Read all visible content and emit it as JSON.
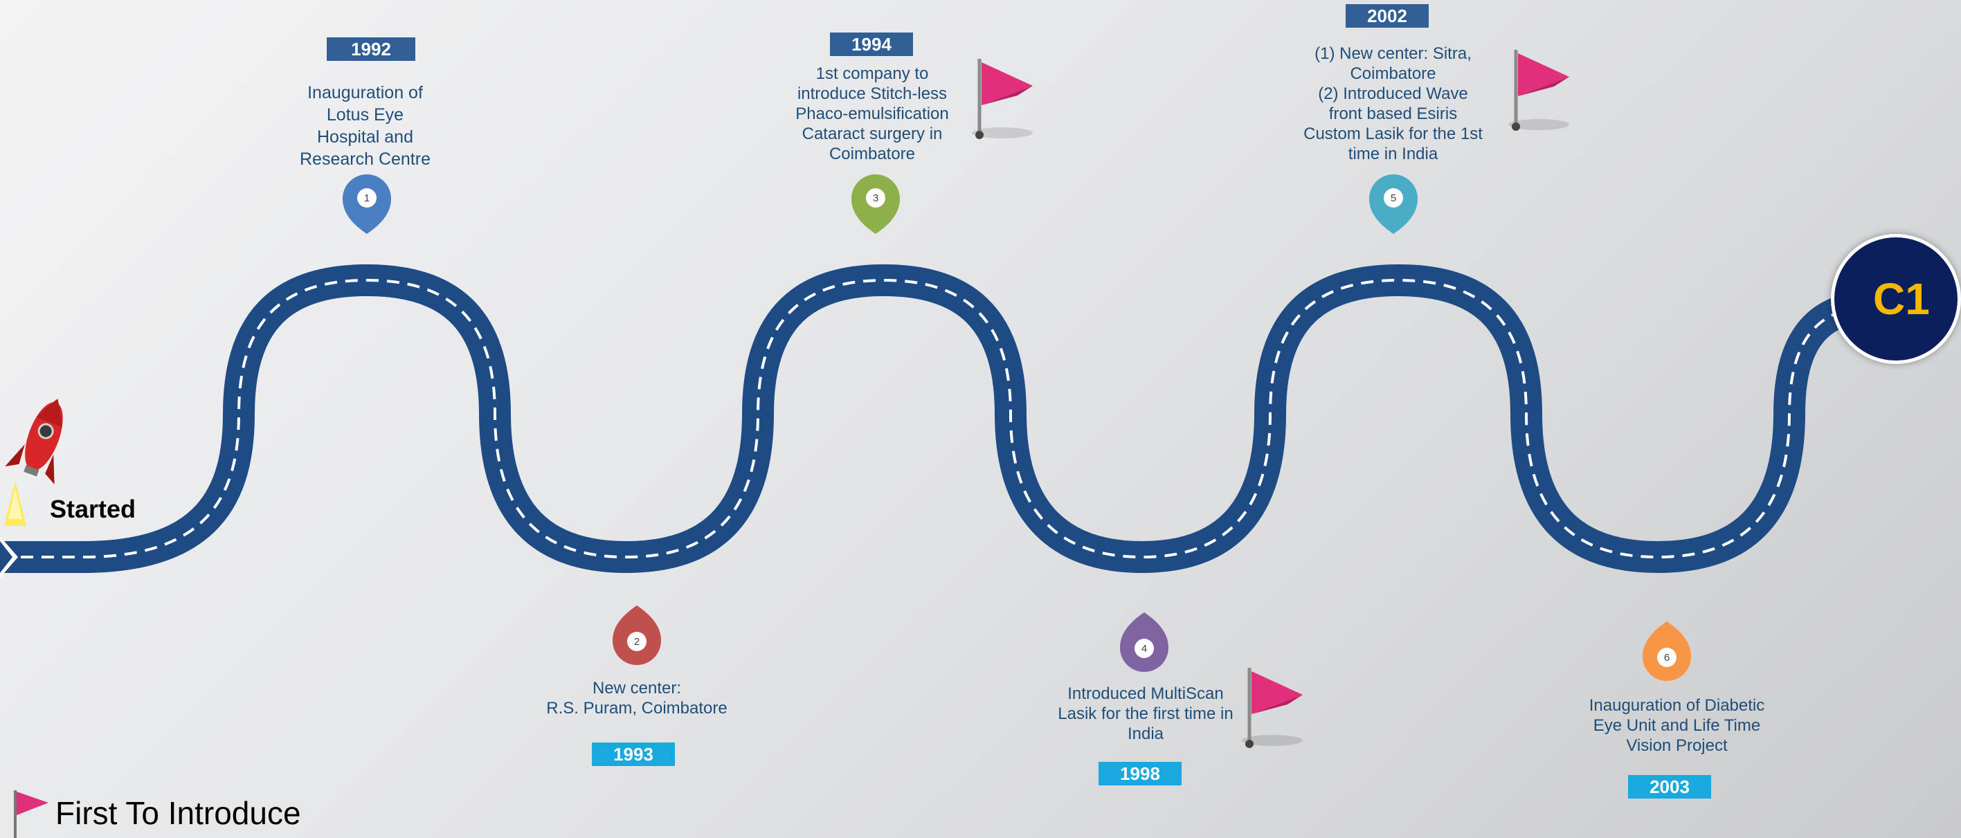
{
  "start_label": "Started",
  "legend_label": "First To Introduce",
  "badge_text": "C1",
  "colors": {
    "road": "#1f4b84",
    "year_dark": "#2f5f94",
    "year_light": "#19a9de",
    "flag": "#e0307a",
    "badge": "#0b1f5c",
    "badge_text": "#f5b800"
  },
  "milestones": [
    {
      "number": "1",
      "year": "1992",
      "description": "Inauguration of\nLotus Eye\nHospital and\nResearch Centre",
      "pin_color": "#4a7fc1",
      "first_to_introduce": false
    },
    {
      "number": "2",
      "year": "1993",
      "description": "New center:\nR.S. Puram,  Coimbatore",
      "pin_color": "#c0504d",
      "first_to_introduce": false
    },
    {
      "number": "3",
      "year": "1994",
      "description": "1st company to\nintroduce Stitch-less\nPhaco-emulsification\nCataract  surgery in\nCoimbatore",
      "pin_color": "#8db04a",
      "first_to_introduce": true
    },
    {
      "number": "4",
      "year": "1998",
      "description": "Introduced MultiScan\nLasik for the first time in\nIndia",
      "pin_color": "#8064a2",
      "first_to_introduce": true
    },
    {
      "number": "5",
      "year": "2002",
      "description": "(1) New center: Sitra,\nCoimbatore\n(2)  Introduced  Wave\nfront based Esiris\nCustom Lasik for  the 1st\ntime in  India",
      "pin_color": "#4bacc6",
      "first_to_introduce": true
    },
    {
      "number": "6",
      "year": "2003",
      "description": "Inauguration of Diabetic\nEye  Unit and Life  Time\nVision  Project",
      "pin_color": "#f79646",
      "first_to_introduce": false
    }
  ]
}
